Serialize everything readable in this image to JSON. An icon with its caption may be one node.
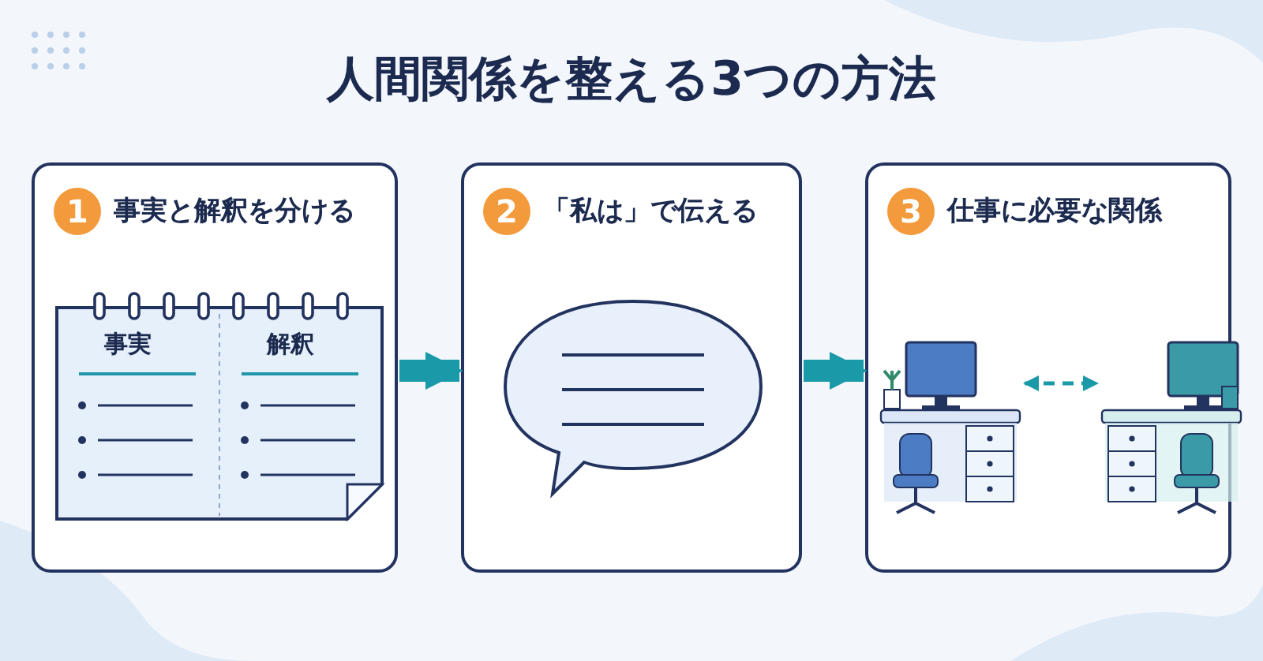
{
  "diagram": {
    "title": "人間関係を整える3つの方法",
    "nodes": [
      {
        "text": [
          "1",
          "事実と解釈を分ける"
        ]
      },
      {
        "text": [
          "事実",
          "解釈"
        ],
        "in": 0
      },
      {
        "text": [
          "2",
          "「私は」で伝える"
        ]
      },
      {
        "text": [
          "3",
          "仕事に必要な関係"
        ]
      },
      {
        "text": [],
        "shape": "picture",
        "in": 3
      },
      {
        "text": [],
        "shape": "picture",
        "in": 3
      }
    ],
    "edges": [
      {
        "from": 0,
        "to": 2,
        "arrow": "to"
      },
      {
        "from": 2,
        "to": 3,
        "arrow": "to"
      },
      {
        "from": 4,
        "to": 5,
        "arrow": "both",
        "style": "dashed"
      }
    ]
  }
}
